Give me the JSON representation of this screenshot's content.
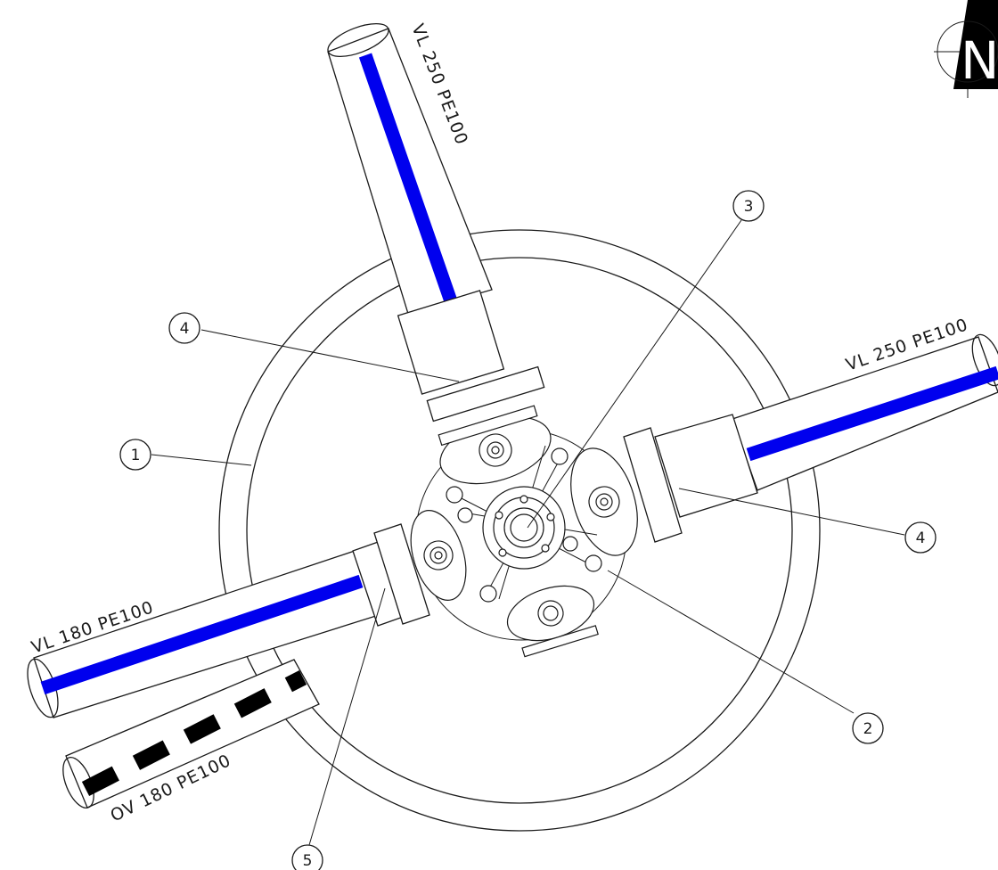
{
  "pipes": {
    "north": "VL 250 PE100",
    "east": "VL 250 PE100",
    "west": "VL 180 PE100",
    "west_return": "OV 180 PE100"
  },
  "callouts": [
    "1",
    "2",
    "3",
    "4",
    "4",
    "5"
  ],
  "north_arrow": {
    "letter": "N"
  },
  "colors": {
    "supply_line": "#0000ee",
    "return_line": "#000000",
    "outline": "#1a1a1a"
  }
}
